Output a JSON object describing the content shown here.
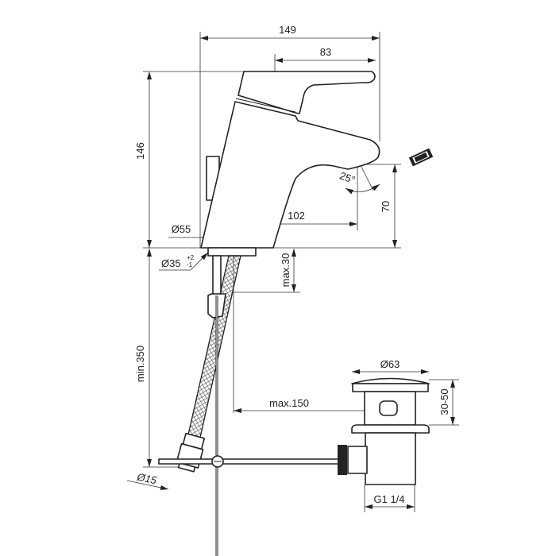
{
  "drawing": {
    "dimensions": {
      "overall_width": "149",
      "lever_length": "83",
      "overall_height": "146",
      "spout_height": "70",
      "spout_reach": "102",
      "base_diameter": "Ø55",
      "lever_angle": "25°",
      "hole_diameter": "Ø35",
      "hole_tolerance_upper": "+2",
      "hole_tolerance_lower": "-1",
      "deck_thickness": "max.30",
      "hose_length": "min.350",
      "rod_offset": "max.150",
      "waste_diameter": "Ø63",
      "waste_height": "30-50",
      "waste_thread": "G1 1/4",
      "hose_connection": "Ø15"
    }
  }
}
